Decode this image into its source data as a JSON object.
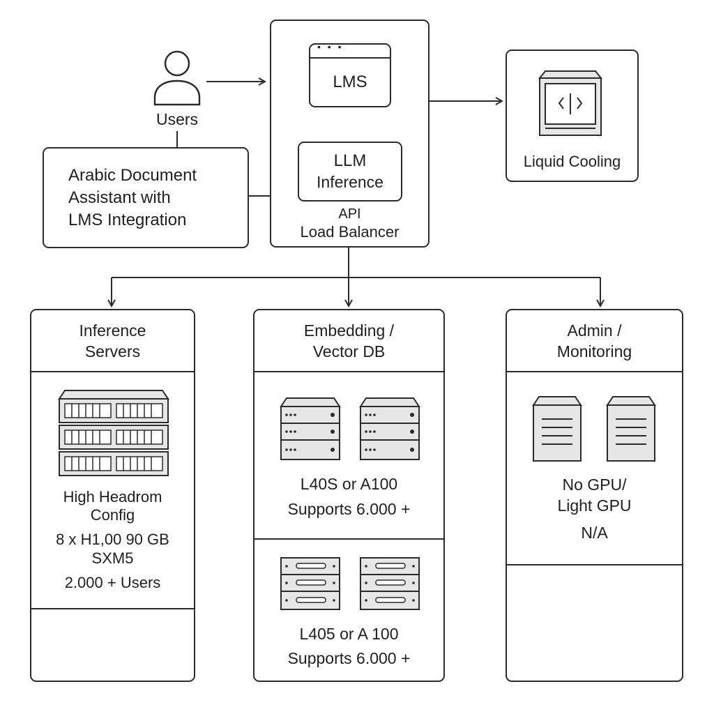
{
  "users": {
    "label": "Users",
    "icon": "user-icon"
  },
  "title_box": {
    "lines": [
      "Arabic Document",
      "Assistant with",
      "LMS Integration"
    ]
  },
  "gateway": {
    "lms_label": "LMS",
    "llm_label_1": "LLM",
    "llm_label_2": "Inference",
    "api_label": "API",
    "lb_label": "Load Balancer"
  },
  "cooling": {
    "label": "Liquid Cooling",
    "icon": "cooling-unit-icon"
  },
  "columns": {
    "inference": {
      "title_1": "Inference",
      "title_2": "Servers",
      "spec_1": "High Headrom",
      "spec_2": "Config",
      "spec_3": "8 x H1,00 90 GB",
      "spec_4": "SXM5",
      "spec_5": "2.000 + Users"
    },
    "embedding": {
      "title_1": "Embedding /",
      "title_2": "Vector DB",
      "upper_1": "L40S or A100",
      "upper_2": "Supports 6.000 +",
      "lower_1": "L405  or  A 100",
      "lower_2": "Supports 6.000 +"
    },
    "admin": {
      "title_1": "Admin /",
      "title_2": "Monitoring",
      "spec_1": "No GPU/",
      "spec_2": "Light GPU",
      "spec_3": "N/A"
    }
  },
  "colors": {
    "stroke": "#2b2b2b",
    "icon_fill": "#e6e6e6",
    "text": "#1f1f1f"
  }
}
